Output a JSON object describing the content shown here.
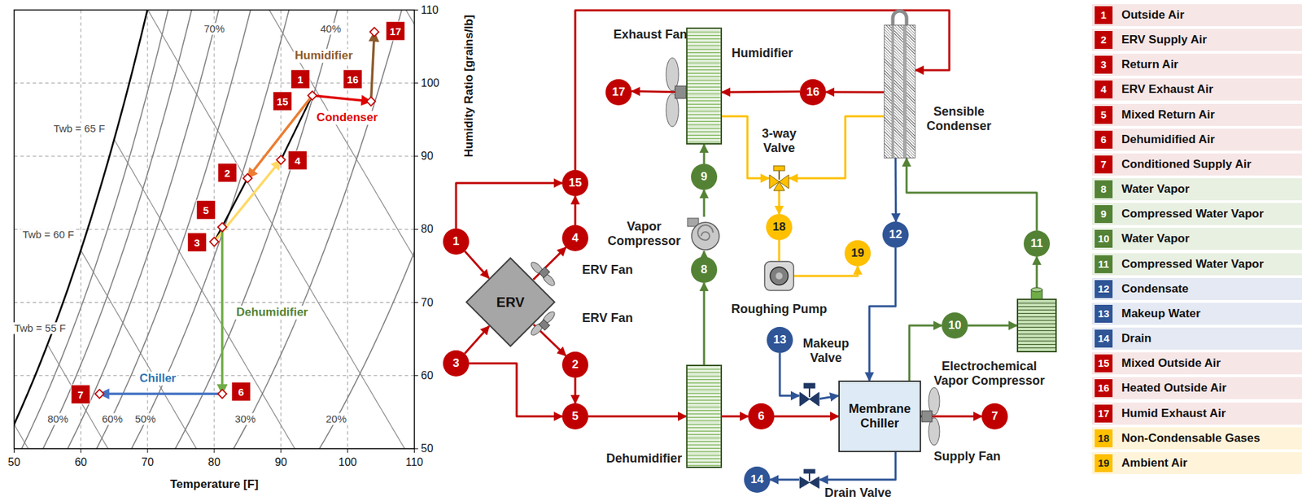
{
  "diagram": {
    "nodes": [
      {
        "text": [
          "1"
        ]
      },
      {
        "text": [
          "3"
        ]
      },
      {
        "text": [
          "ERV"
        ]
      },
      {
        "text": [
          "4"
        ]
      },
      {
        "text": [
          "2"
        ]
      },
      {
        "text": [
          "15"
        ]
      },
      {
        "text": [
          "5"
        ]
      },
      {
        "text": [
          "Dehumidifier"
        ]
      },
      {
        "text": [
          "6"
        ]
      },
      {
        "text": [
          "8"
        ]
      },
      {
        "text": [
          "Vapor Compressor"
        ]
      },
      {
        "text": [
          "9"
        ]
      },
      {
        "text": [
          "Humidifier"
        ]
      },
      {
        "text": [
          "17"
        ]
      },
      {
        "text": [
          "16"
        ]
      },
      {
        "text": [
          "Sensible Condenser"
        ]
      },
      {
        "text": [
          "3-way Valve"
        ]
      },
      {
        "text": [
          "18"
        ]
      },
      {
        "text": [
          "Roughing Pump"
        ]
      },
      {
        "text": [
          "19"
        ]
      },
      {
        "text": [
          "12"
        ]
      },
      {
        "text": [
          "13"
        ]
      },
      {
        "text": [
          "Makeup Valve"
        ]
      },
      {
        "text": [
          "Membrane Chiller"
        ]
      },
      {
        "text": [
          "7"
        ]
      },
      {
        "text": [
          "Drain Valve"
        ]
      },
      {
        "text": [
          "14"
        ]
      },
      {
        "text": [
          "10"
        ]
      },
      {
        "text": [
          "Electrochemical Vapor Compressor"
        ]
      },
      {
        "text": [
          "11"
        ]
      }
    ],
    "edges": [
      {
        "from": 0,
        "to": 2,
        "arrow": "to"
      },
      {
        "from": 0,
        "to": 5,
        "arrow": "to"
      },
      {
        "from": 1,
        "to": 2,
        "arrow": "to"
      },
      {
        "from": 1,
        "to": 6,
        "arrow": "to"
      },
      {
        "from": 2,
        "to": 3,
        "arrow": "to"
      },
      {
        "from": 2,
        "to": 4,
        "arrow": "to"
      },
      {
        "from": 3,
        "to": 5,
        "arrow": "to"
      },
      {
        "from": 4,
        "to": 6,
        "arrow": "to"
      },
      {
        "from": 6,
        "to": 7,
        "arrow": "to"
      },
      {
        "from": 7,
        "to": 8,
        "arrow": "to"
      },
      {
        "from": 8,
        "to": 23,
        "arrow": "to"
      },
      {
        "from": 23,
        "to": 24,
        "arrow": "to"
      },
      {
        "from": 7,
        "to": 9,
        "arrow": "to"
      },
      {
        "from": 9,
        "to": 10,
        "arrow": "to"
      },
      {
        "from": 10,
        "to": 11,
        "arrow": "to"
      },
      {
        "from": 11,
        "to": 12,
        "arrow": "to"
      },
      {
        "from": 5,
        "to": 15,
        "arrow": "to"
      },
      {
        "from": 15,
        "to": 14,
        "arrow": "to"
      },
      {
        "from": 14,
        "to": 12,
        "arrow": "to"
      },
      {
        "from": 12,
        "to": 13,
        "arrow": "to"
      },
      {
        "from": 12,
        "to": 16,
        "arrow": "to"
      },
      {
        "from": 15,
        "to": 16,
        "arrow": "to"
      },
      {
        "from": 16,
        "to": 17,
        "arrow": "to"
      },
      {
        "from": 17,
        "to": 18,
        "arrow": "none"
      },
      {
        "from": 18,
        "to": 19,
        "arrow": "to"
      },
      {
        "from": 15,
        "to": 20,
        "arrow": "to"
      },
      {
        "from": 20,
        "to": 23,
        "arrow": "to"
      },
      {
        "from": 21,
        "to": 22,
        "arrow": "to"
      },
      {
        "from": 22,
        "to": 23,
        "arrow": "to"
      },
      {
        "from": 23,
        "to": 25,
        "arrow": "to"
      },
      {
        "from": 25,
        "to": 26,
        "arrow": "to"
      },
      {
        "from": 23,
        "to": 27,
        "arrow": "to"
      },
      {
        "from": 27,
        "to": 28,
        "arrow": "to"
      },
      {
        "from": 28,
        "to": 29,
        "arrow": "to"
      },
      {
        "from": 29,
        "to": 15,
        "arrow": "to"
      }
    ],
    "labels": [
      "70%",
      "40%",
      "80%",
      "60%",
      "50%",
      "30%",
      "20%",
      "Twb = 65 F",
      "Twb = 60 F",
      "Twb = 55 F",
      "Humidifier",
      "Condenser",
      "Dehumidifier",
      "Chiller",
      "1",
      "15",
      "16",
      "17",
      "2",
      "4",
      "5",
      "3",
      "6",
      "7",
      "50",
      "60",
      "70",
      "80",
      "90",
      "100",
      "110",
      "50",
      "60",
      "70",
      "80",
      "90",
      "100",
      "110",
      "Temperature [F]",
      "Humidity Ratio [grains/lb]",
      "Exhaust Fan",
      "ERV Fan",
      "ERV Fan",
      "Supply Fan",
      "1",
      "2",
      "3",
      "4",
      "5",
      "6",
      "7",
      "8",
      "9",
      "10",
      "11",
      "12",
      "13",
      "14",
      "15",
      "16",
      "17",
      "18",
      "19"
    ],
    "legend": [
      {
        "text": "Outside Air",
        "color": "#c00000"
      },
      {
        "text": "ERV Supply Air",
        "color": "#c00000"
      },
      {
        "text": "Return Air",
        "color": "#c00000"
      },
      {
        "text": "ERV Exhaust Air",
        "color": "#c00000"
      },
      {
        "text": "Mixed Return Air",
        "color": "#c00000"
      },
      {
        "text": "Dehumidified Air",
        "color": "#c00000"
      },
      {
        "text": "Conditioned Supply Air",
        "color": "#c00000"
      },
      {
        "text": "Water Vapor",
        "color": "#548235"
      },
      {
        "text": "Compressed Water Vapor",
        "color": "#548235"
      },
      {
        "text": "Water Vapor",
        "color": "#548235"
      },
      {
        "text": "Compressed Water Vapor",
        "color": "#548235"
      },
      {
        "text": "Condensate",
        "color": "#2f5597"
      },
      {
        "text": "Makeup Water",
        "color": "#2f5597"
      },
      {
        "text": "Drain",
        "color": "#2f5597"
      },
      {
        "text": "Mixed Outside Air",
        "color": "#c00000"
      },
      {
        "text": "Heated Outside Air",
        "color": "#c00000"
      },
      {
        "text": "Humid Exhaust Air",
        "color": "#c00000"
      },
      {
        "text": "Non-Condensable Gases",
        "color": "#ffc000"
      },
      {
        "text": "Ambient Air",
        "color": "#ffc000"
      }
    ]
  }
}
